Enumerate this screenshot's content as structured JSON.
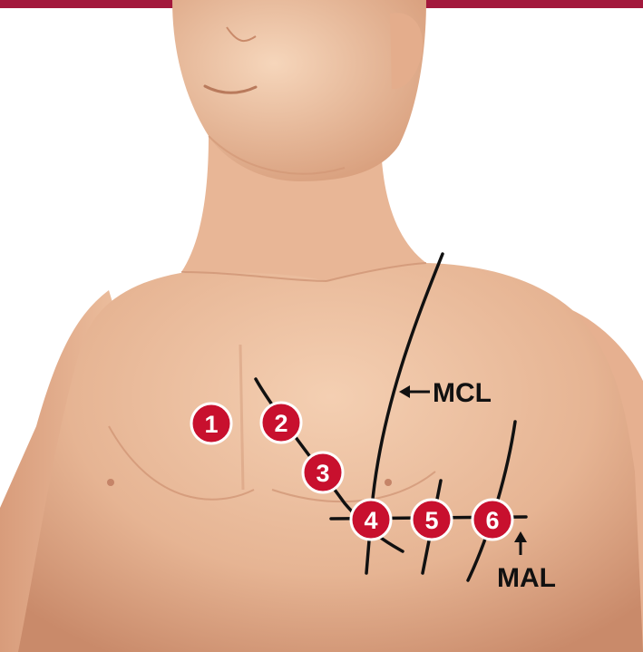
{
  "colors": {
    "brand_bar": "#a3183c",
    "electrode_fill": "#c8102e",
    "electrode_ring": "#ffffff",
    "line": "#111111",
    "skin_light": "#f2c9a8",
    "skin_mid": "#e0a887",
    "skin_shadow": "#c98a6a"
  },
  "electrodes": [
    {
      "number": "1"
    },
    {
      "number": "2"
    },
    {
      "number": "3"
    },
    {
      "number": "4"
    },
    {
      "number": "5"
    },
    {
      "number": "6"
    }
  ],
  "labels": {
    "midclavicular": "MCL",
    "midaxillary": "MAL"
  }
}
